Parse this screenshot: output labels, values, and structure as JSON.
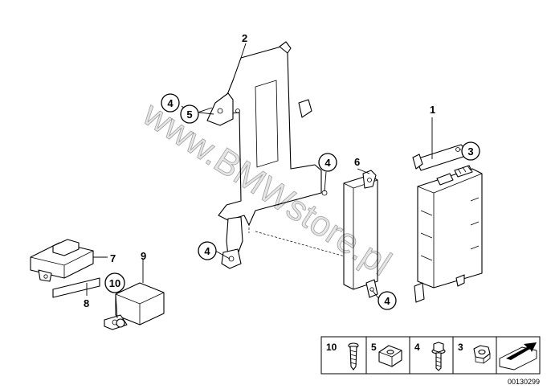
{
  "watermark": "www.BMWstore.pl",
  "callouts": {
    "c1": "1",
    "c2": "2",
    "c3": "3",
    "c4a": "4",
    "c4b": "4",
    "c4c": "4",
    "c4d": "4",
    "c5": "5",
    "c6": "6",
    "c7": "7",
    "c8": "8",
    "c9": "9",
    "c10": "10"
  },
  "legend": {
    "items": [
      "10",
      "5",
      "4",
      "3"
    ]
  },
  "diagram_code": "00130299"
}
